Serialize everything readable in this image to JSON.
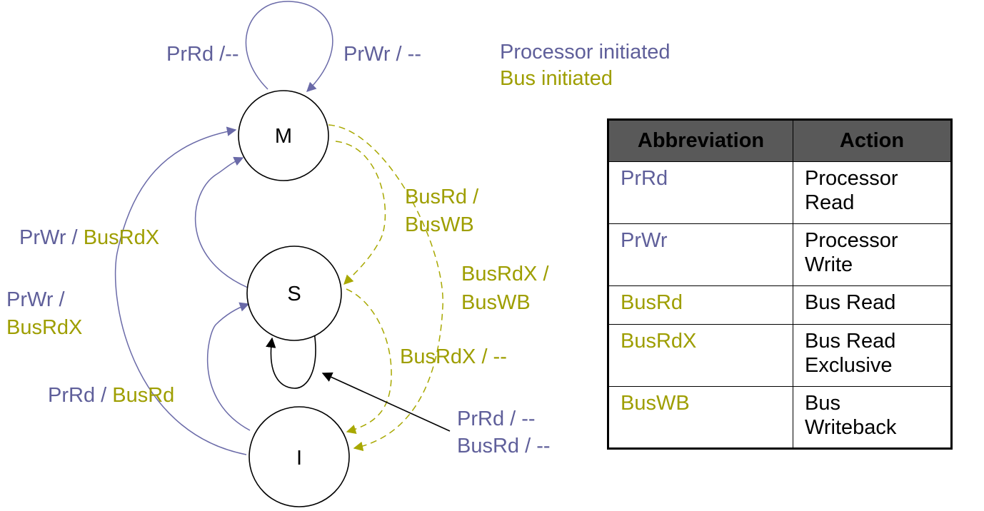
{
  "states": {
    "m": "M",
    "s": "S",
    "i": "I"
  },
  "edge_labels": {
    "m_self_prrd": "PrRd /--",
    "m_self_prwr": "PrWr / --",
    "s_to_m_a": "PrWr / ",
    "s_to_m_b": "BusRdX",
    "i_to_m_a": "PrWr /",
    "i_to_m_b": "BusRdX",
    "i_to_s_a": "PrRd / ",
    "i_to_s_b": "BusRd",
    "m_to_s_a": "BusRd /",
    "m_to_s_b": "BusWB",
    "m_to_i_a": "BusRdX /",
    "m_to_i_b": "BusWB",
    "s_to_i": "BusRdX / --",
    "s_self_a": "PrRd / --",
    "s_self_b": "BusRd / --"
  },
  "legend": {
    "processor": "Processor initiated",
    "bus": "Bus initiated"
  },
  "colors": {
    "processor": "#5f5f9a",
    "bus": "#9e9e00"
  },
  "table": {
    "headers": [
      "Abbreviation",
      "Action"
    ],
    "rows": [
      {
        "abbr": "PrRd",
        "action": [
          "Processor",
          "Read"
        ],
        "kind": "processor"
      },
      {
        "abbr": "PrWr",
        "action": [
          "Processor",
          "Write"
        ],
        "kind": "processor"
      },
      {
        "abbr": "BusRd",
        "action": [
          "Bus Read"
        ],
        "kind": "bus"
      },
      {
        "abbr": "BusRdX",
        "action": [
          "Bus Read",
          "Exclusive"
        ],
        "kind": "bus"
      },
      {
        "abbr": "BusWB",
        "action": [
          "Bus",
          "Writeback"
        ],
        "kind": "bus"
      }
    ]
  }
}
